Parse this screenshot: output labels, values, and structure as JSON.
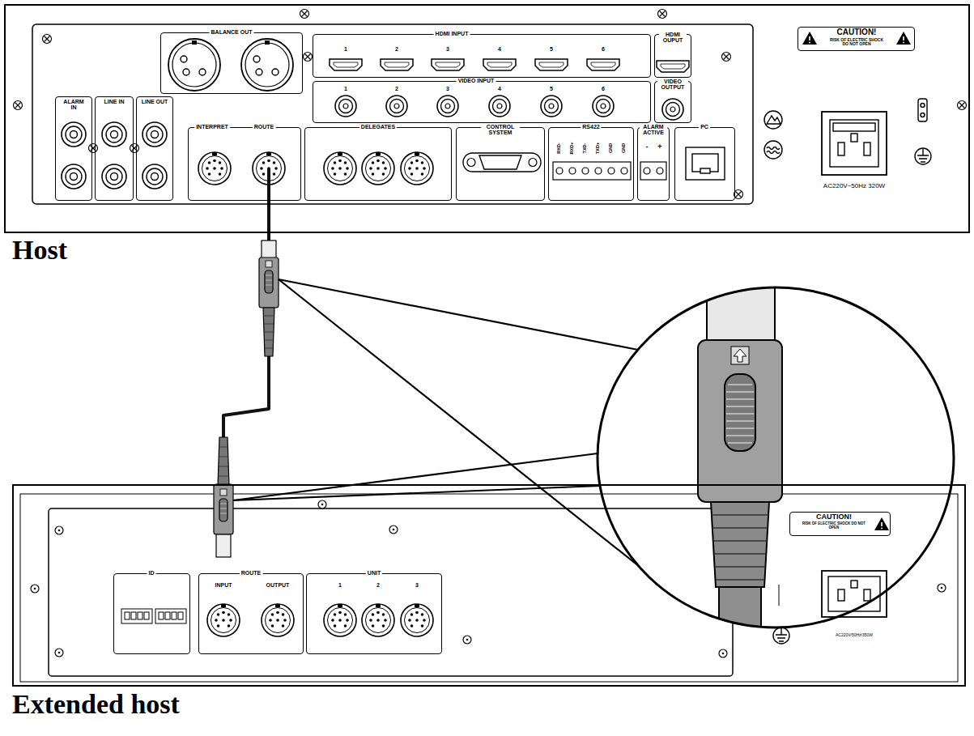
{
  "diagram": {
    "nodes": [
      {
        "text": [
          "Host"
        ]
      },
      {
        "text": [
          "ALARM IN"
        ],
        "in": 0
      },
      {
        "text": [
          "LINE IN"
        ],
        "in": 0
      },
      {
        "text": [
          "LINE OUT"
        ],
        "in": 0
      },
      {
        "text": [
          "BALANCE OUT"
        ],
        "in": 0
      },
      {
        "text": [
          "HDMI INPUT",
          "1",
          "2",
          "3",
          "4",
          "5",
          "6"
        ],
        "in": 0
      },
      {
        "text": [
          "HDMI OUPUT"
        ],
        "in": 0
      },
      {
        "text": [
          "VIDEO INPUT",
          "1",
          "2",
          "3",
          "4",
          "5",
          "6"
        ],
        "in": 0
      },
      {
        "text": [
          "VIDEO OUTPUT"
        ],
        "in": 0
      },
      {
        "text": [
          "INTERPRET",
          "ROUTE"
        ],
        "in": 0
      },
      {
        "text": [
          "DELEGATES"
        ],
        "in": 0
      },
      {
        "text": [
          "CONTROL SYSTEM"
        ],
        "in": 0
      },
      {
        "text": [
          "RS422",
          "RXD-",
          "RXD+",
          "TXD-",
          "TXD+",
          "GND",
          "GND"
        ],
        "in": 0
      },
      {
        "text": [
          "ALARM ACTIVE",
          "-",
          "+"
        ],
        "in": 0
      },
      {
        "text": [
          "PC"
        ],
        "in": 0
      },
      {
        "text": [
          "CAUTION!",
          "RISK OF ELECTRIC SHOCK DO NOT OPEN"
        ],
        "in": 0
      },
      {
        "text": [
          "Extended host"
        ]
      },
      {
        "text": [
          "ID"
        ],
        "in": 16
      },
      {
        "text": [
          "ROUTE",
          "INPUT",
          "OUTPUT"
        ],
        "in": 16
      },
      {
        "text": [
          "UNIT",
          "1",
          "2",
          "3"
        ],
        "in": 16
      },
      {
        "text": [
          "CAUTION!",
          "RISK OF ELECTRIC SHOCK DO NOT OPEN"
        ],
        "in": 16
      }
    ],
    "edges": [
      {
        "from": 9,
        "to": 18,
        "arrow": "to"
      }
    ],
    "labels": [
      "AC220V~50Hz 320W",
      "AC220V/50Hz/350W"
    ]
  }
}
